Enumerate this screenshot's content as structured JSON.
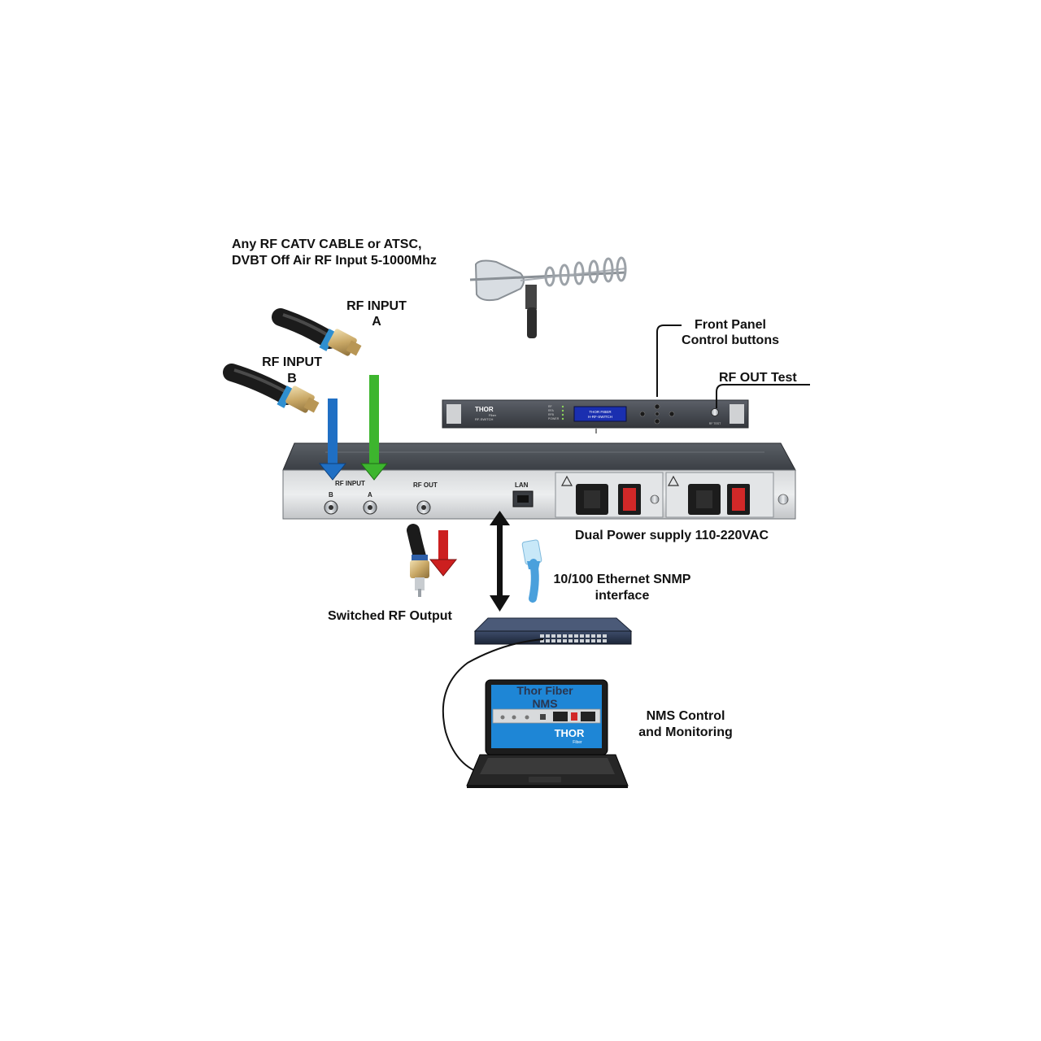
{
  "labels": {
    "source_line1": "Any RF CATV CABLE or ATSC,",
    "source_line2": "DVBT Off Air RF Input 5-1000Mhz",
    "rf_input_a_line1": "RF INPUT",
    "rf_input_a_line2": "A",
    "rf_input_b_line1": "RF INPUT",
    "rf_input_b_line2": "B",
    "front_panel_line1": "Front Panel",
    "front_panel_line2": "Control buttons",
    "rf_out_test": "RF OUT Test",
    "dual_power": "Dual Power supply 110-220VAC",
    "ethernet_line1": "10/100 Ethernet SNMP",
    "ethernet_line2": "interface",
    "switched_rf_output": "Switched RF Output",
    "nms_line1": "NMS Control",
    "nms_line2": "and Monitoring"
  },
  "rear_panel": {
    "rf_input": "RF INPUT",
    "port_b": "B",
    "port_a": "A",
    "rf_out": "RF OUT",
    "lan": "LAN"
  },
  "front_device": {
    "brand": "THOR",
    "sub_brand": "Fiber",
    "model_small": "RF-SWITCH",
    "display_line1": "THOR FIBER",
    "display_line2": "H-RF-SWITCH",
    "led_labels": [
      "RF",
      "RFA",
      "RFB",
      "POWER"
    ],
    "rf_test_small": "RF TEST"
  },
  "laptop_screen": {
    "title_line1": "Thor Fiber",
    "title_line2": "NMS",
    "brand": "THOR",
    "sub_brand": "Fiber"
  },
  "colors": {
    "arrow_blue": "#1f6fc4",
    "arrow_green": "#3db52e",
    "arrow_red": "#cc1f1f",
    "arrow_black": "#111111",
    "screen_blue": "#1e86d6",
    "display_blue": "#1a2fb0",
    "brand_red": "#d42020"
  }
}
